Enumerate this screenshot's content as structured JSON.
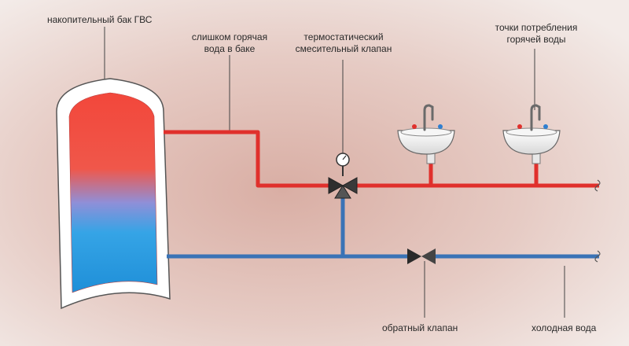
{
  "labels": {
    "tank": "накопительный бак ГВС",
    "too_hot_line1": "слишком горячая",
    "too_hot_line2": "вода в баке",
    "mixer_line1": "термостатический",
    "mixer_line2": "смесительный клапан",
    "points_line1": "точки потребления",
    "points_line2": "горячей воды",
    "check_valve": "обратный клапан",
    "cold_water": "холодная вода"
  },
  "colors": {
    "hot_pipe": "#e0302c",
    "cold_pipe": "#3a73b6",
    "tank_hot": "#f0453a",
    "tank_cold": "#2f9fe0",
    "background": "#efe4e0"
  }
}
